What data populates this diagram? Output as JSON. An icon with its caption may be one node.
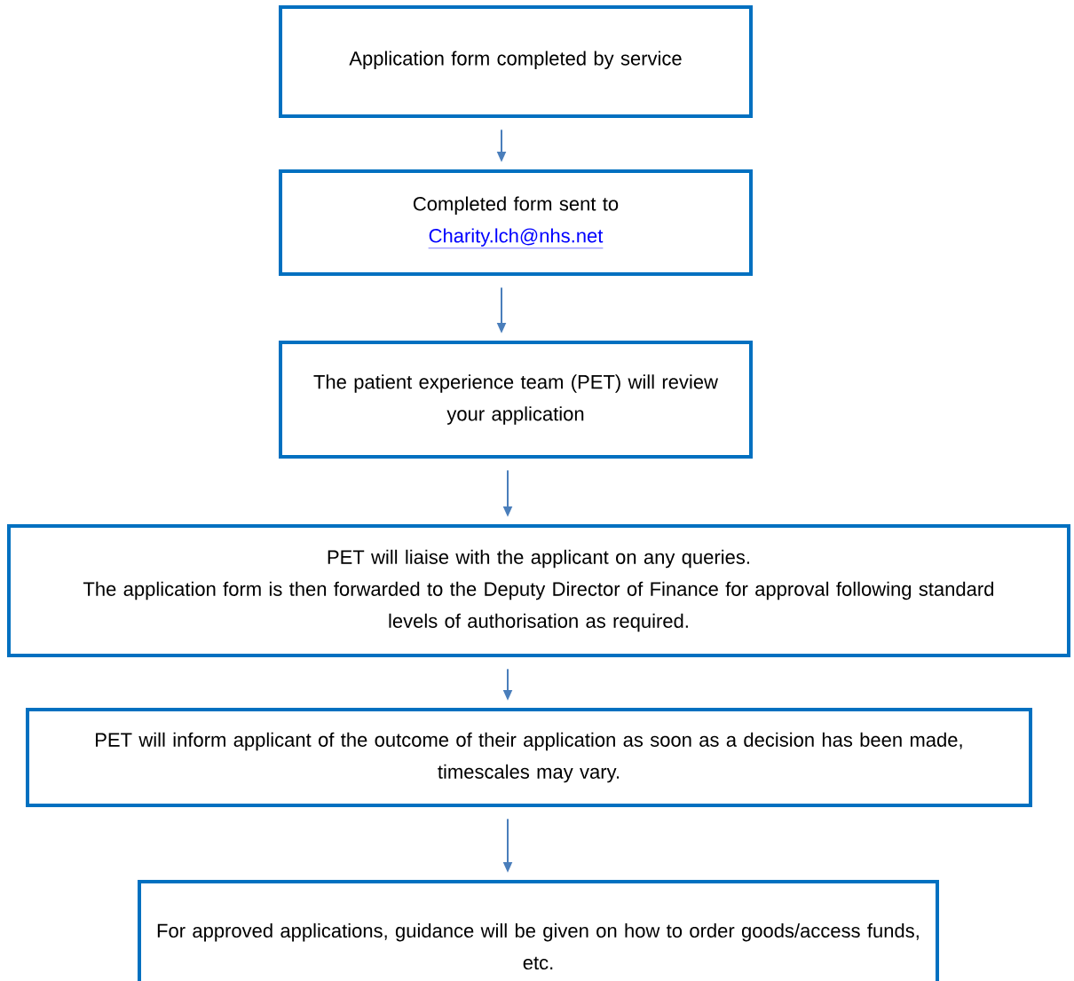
{
  "diagram": {
    "nodes": [
      {
        "text": [
          "Application form completed by service"
        ]
      },
      {
        "text": [
          "Completed form sent to",
          "Charity.lch@nhs.net"
        ]
      },
      {
        "text": [
          "The patient experience team (PET) will review your application"
        ]
      },
      {
        "text": [
          "PET will liaise with the applicant on any queries.",
          "The application form is then forwarded to the Deputy Director of Finance for approval following standard levels of authorisation as required."
        ]
      },
      {
        "text": [
          "PET will inform applicant of the outcome of their application as soon as a decision has been made, timescales may vary."
        ]
      },
      {
        "text": [
          "For approved applications, guidance will be given on how to order goods/access funds, etc."
        ]
      }
    ],
    "edges": [
      {
        "from": 0,
        "to": 1,
        "arrow": "to"
      },
      {
        "from": 1,
        "to": 2,
        "arrow": "to"
      },
      {
        "from": 2,
        "to": 3,
        "arrow": "to"
      },
      {
        "from": 3,
        "to": 4,
        "arrow": "to"
      },
      {
        "from": 4,
        "to": 5,
        "arrow": "to"
      }
    ]
  }
}
